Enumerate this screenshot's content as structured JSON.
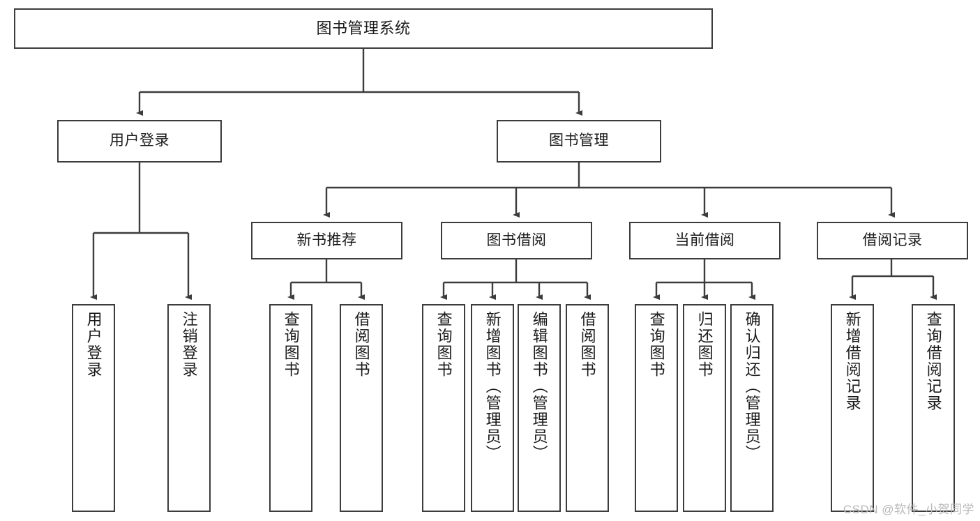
{
  "diagram": {
    "type": "tree",
    "title": "图书管理系统",
    "background_color": "#ffffff",
    "line_color": "#3c3c3c",
    "text_color": "#1b1b1b",
    "watermark": "CSDN @软件_小贺同学",
    "nodes": {
      "root": "图书管理系统",
      "level1": {
        "user_login": "用户登录",
        "book_manage": "图书管理"
      },
      "level2": {
        "new_book_recommend": "新书推荐",
        "book_borrow": "图书借阅",
        "current_borrow": "当前借阅",
        "borrow_record": "借阅记录"
      },
      "leaves": {
        "user_login_1": "用户登录",
        "user_login_2": "注销登录",
        "new_book_1": "查询图书",
        "new_book_2": "借阅图书",
        "borrow_1": "查询图书",
        "borrow_2": "新增图书（管理员）",
        "borrow_3": "编辑图书（管理员）",
        "borrow_4": "借阅图书",
        "current_1": "查询图书",
        "current_2": "归还图书",
        "current_3": "确认归还（管理员）",
        "record_1": "新增借阅记录",
        "record_2": "查询借阅记录"
      }
    }
  }
}
